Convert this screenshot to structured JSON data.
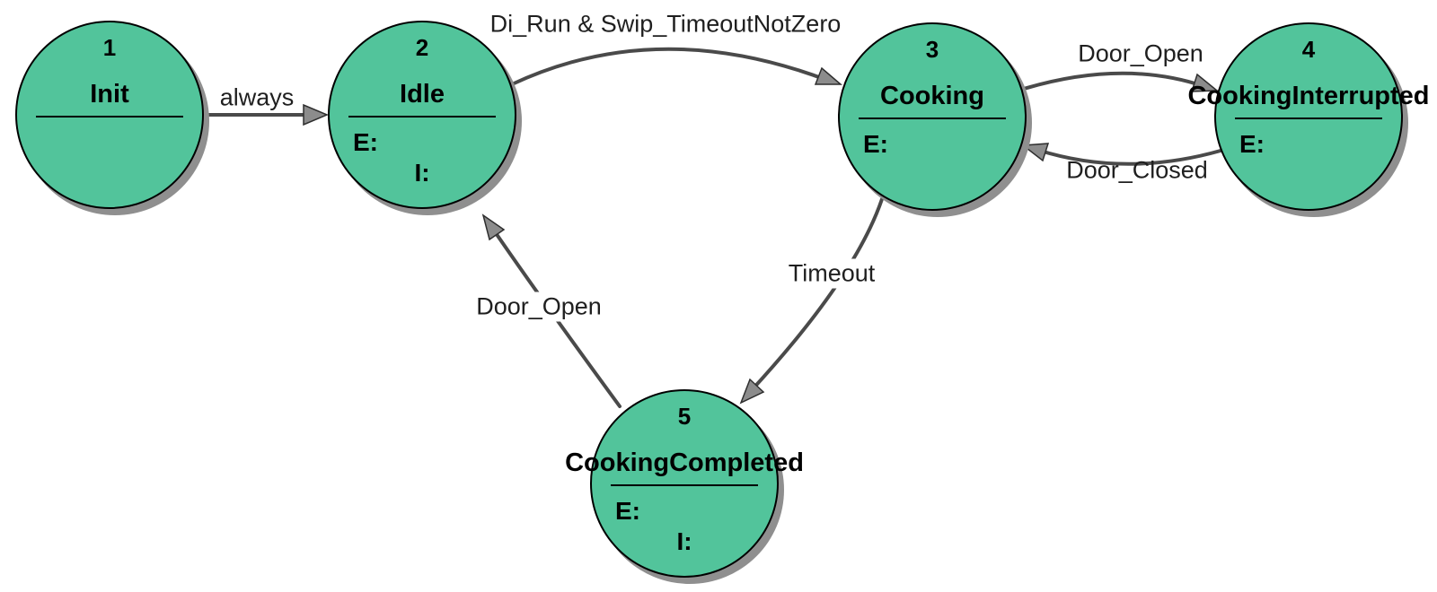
{
  "colors": {
    "canvas-bg": "#ffffff",
    "state-fill": "#52c49b",
    "state-border": "#000000",
    "state-shadow": "#8f8f8f",
    "edge-stroke": "#4a4a4a",
    "arrow-fill": "#8c8c8c",
    "state-text": "#000000",
    "label-text": "#1f1f1f"
  },
  "states": [
    {
      "number": "1",
      "name": "Init"
    },
    {
      "number": "2",
      "name": "Idle",
      "entry_label": "E:",
      "input_label": "I:"
    },
    {
      "number": "3",
      "name": "Cooking",
      "entry_label": "E:"
    },
    {
      "number": "4",
      "name": "CookingInterrupted",
      "entry_label": "E:"
    },
    {
      "number": "5",
      "name": "CookingCompleted",
      "entry_label": "E:",
      "input_label": "I:"
    }
  ],
  "transitions": [
    {
      "label": "always",
      "from": "Init",
      "to": "Idle"
    },
    {
      "label": "Di_Run & Swip_TimeoutNotZero",
      "from": "Idle",
      "to": "Cooking"
    },
    {
      "label": "Door_Open",
      "from": "Cooking",
      "to": "CookingInterrupted"
    },
    {
      "label": "Door_Closed",
      "from": "CookingInterrupted",
      "to": "Cooking"
    },
    {
      "label": "Timeout",
      "from": "Cooking",
      "to": "CookingCompleted"
    },
    {
      "label": "Door_Open",
      "from": "CookingCompleted",
      "to": "Idle"
    }
  ]
}
